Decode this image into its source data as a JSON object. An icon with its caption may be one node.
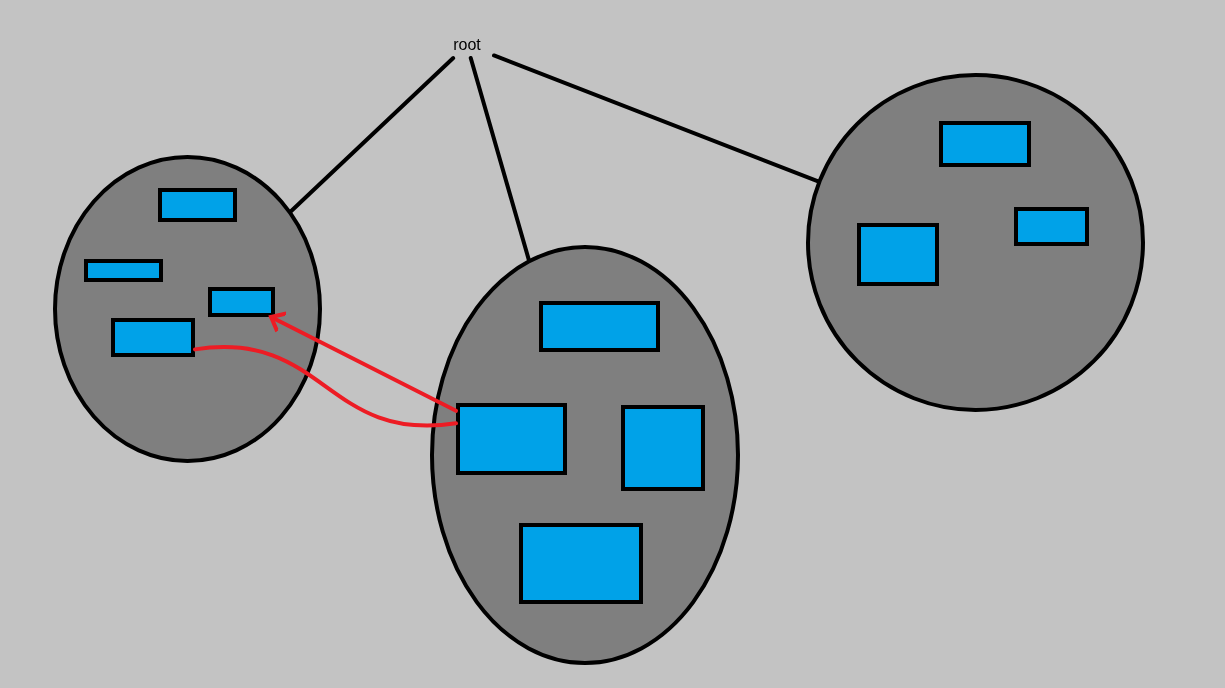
{
  "diagram": {
    "nodes": [
      {
        "text": [
          "root"
        ]
      },
      {
        "text": [],
        "shape": "circle"
      },
      {
        "text": [],
        "shape": "box",
        "in": 1
      },
      {
        "text": [],
        "shape": "box",
        "in": 1
      },
      {
        "text": [],
        "shape": "box",
        "in": 1
      },
      {
        "text": [],
        "shape": "box",
        "in": 1
      },
      {
        "text": [],
        "shape": "circle"
      },
      {
        "text": [],
        "shape": "box",
        "in": 6
      },
      {
        "text": [],
        "shape": "box",
        "in": 6
      },
      {
        "text": [],
        "shape": "box",
        "in": 6
      },
      {
        "text": [],
        "shape": "box",
        "in": 6
      },
      {
        "text": [],
        "shape": "circle"
      },
      {
        "text": [],
        "shape": "box",
        "in": 11
      },
      {
        "text": [],
        "shape": "box",
        "in": 11
      },
      {
        "text": [],
        "shape": "box",
        "in": 11
      }
    ],
    "edges": [
      {
        "from": 0,
        "to": 1,
        "arrow": "none"
      },
      {
        "from": 0,
        "to": 6,
        "arrow": "none"
      },
      {
        "from": 0,
        "to": 11,
        "arrow": "none"
      },
      {
        "from": 8,
        "to": 4,
        "arrow": "to",
        "color": "#ed1c24"
      },
      {
        "from": 5,
        "to": 8,
        "arrow": "none",
        "color": "#ed1c24"
      }
    ]
  }
}
